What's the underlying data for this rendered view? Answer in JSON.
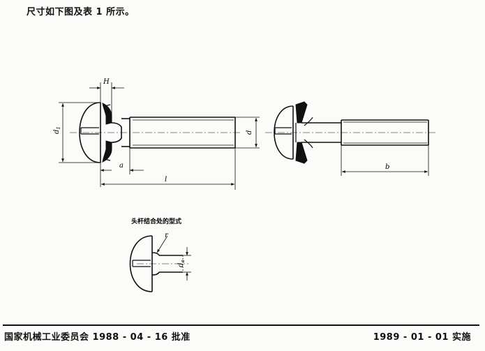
{
  "intro_text": "尺寸如下图及表 1 所示。",
  "labels": {
    "H": "H",
    "d1": "d",
    "d1_sub": "1",
    "d": "d",
    "a": "a",
    "l": "l",
    "b": "b",
    "r": "r",
    "da": "d",
    "da_sub": "a"
  },
  "detail_caption": "头杆结合处的型式",
  "footer": {
    "left": "国家机械工业委员会 1988 - 04 - 16 批准",
    "right": "1989 - 01 - 01 实施"
  }
}
